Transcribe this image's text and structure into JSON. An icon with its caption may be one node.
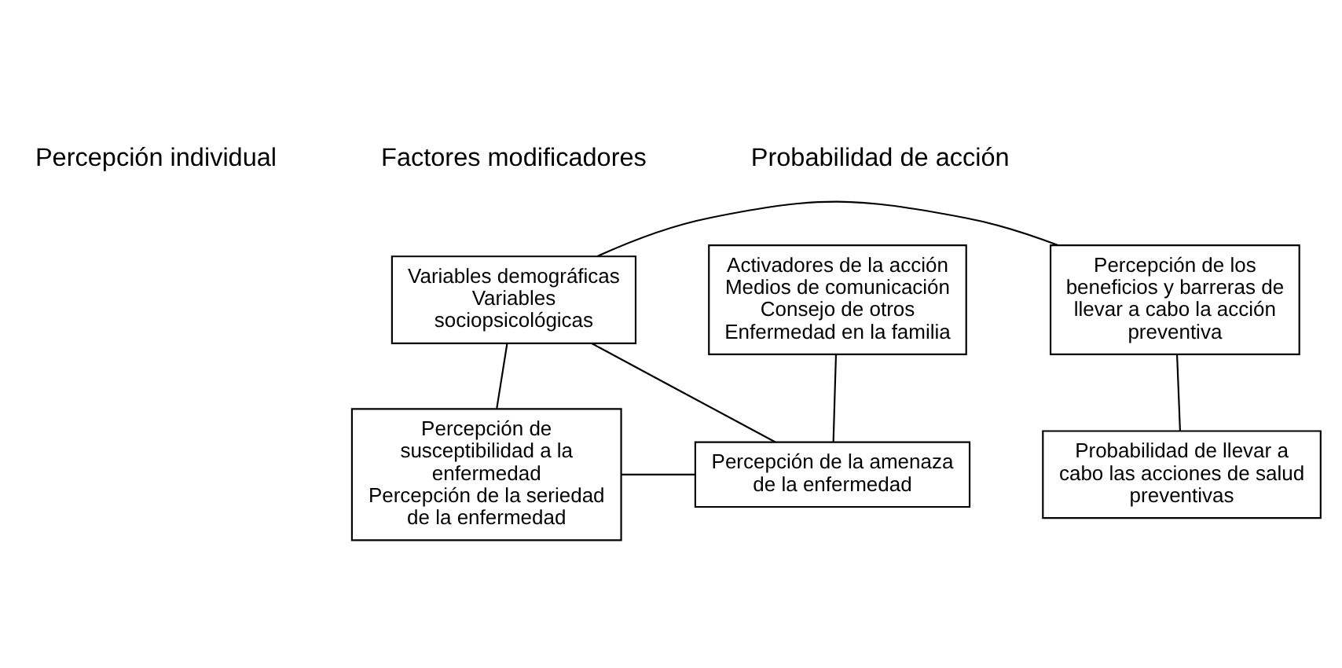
{
  "diagram": {
    "nodes": [
      {
        "text": [
          "Variables demográficas",
          "Variables sociopsicológicas"
        ]
      },
      {
        "text": [
          "Percepción de los beneficios y barreras de llevar a cabo la acción preventiva"
        ]
      },
      {
        "text": [
          "Percepción de susceptibilidad a la enfermedad",
          "Percepción de la seriedad de la enfermedad"
        ]
      },
      {
        "text": [
          "Percepción de la amenaza de la enfermedad"
        ]
      },
      {
        "text": [
          "Probabilidad de llevar a cabo las acciones de salud preventivas"
        ]
      },
      {
        "text": [
          "Activadores de la acción",
          "Medios de comunicación",
          "Consejo de otros",
          "Enfermedad en la familia"
        ]
      }
    ],
    "edges": [
      {
        "from": 2,
        "to": 0,
        "arrow": "none"
      },
      {
        "from": 0,
        "to": 1,
        "arrow": "none"
      },
      {
        "from": 0,
        "to": 3,
        "arrow": "none"
      },
      {
        "from": 2,
        "to": 3,
        "arrow": "none"
      },
      {
        "from": 1,
        "to": 4,
        "arrow": "none"
      },
      {
        "from": 5,
        "to": 3,
        "arrow": "none"
      }
    ],
    "labels": [
      "Percepción individual",
      "Factores modificadores",
      "Probabilidad de acción"
    ]
  }
}
